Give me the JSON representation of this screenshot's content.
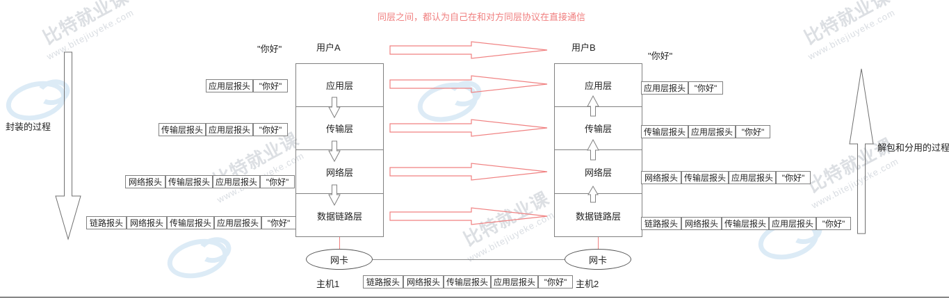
{
  "title": "同层之间，都认为自己在和对方同层协议在直接通信",
  "title_color": "#f08080",
  "users": {
    "left": "用户A",
    "right": "用户B"
  },
  "hosts": {
    "left": "主机1",
    "right": "主机2"
  },
  "nic_label": "网卡",
  "payload": "\"你好\"",
  "layers": [
    "应用层",
    "传输层",
    "网络层",
    "数据链路层"
  ],
  "headers": {
    "app": "应用层报头",
    "transport": "传输层报头",
    "network": "网络报头",
    "link": "链路报头"
  },
  "process": {
    "encapsulation": "封装的过程",
    "decapsulation": "解包和分用的过程"
  },
  "left_chip_rows": [
    {
      "name": "app-row",
      "chips": [
        "应用层报头",
        "\"你好\""
      ]
    },
    {
      "name": "transport-row",
      "chips": [
        "传输层报头",
        "应用层报头",
        "\"你好\""
      ]
    },
    {
      "name": "network-row",
      "chips": [
        "网络报头",
        "传输层报头",
        "应用层报头",
        "\"你好\""
      ]
    },
    {
      "name": "link-row",
      "chips": [
        "链路报头",
        "网络报头",
        "传输层报头",
        "应用层报头",
        "\"你好\""
      ]
    }
  ],
  "right_chip_rows": [
    {
      "name": "app-row",
      "chips": [
        "应用层报头",
        "\"你好\""
      ]
    },
    {
      "name": "transport-row",
      "chips": [
        "传输层报头",
        "应用层报头",
        "\"你好\""
      ]
    },
    {
      "name": "network-row",
      "chips": [
        "网络报头",
        "传输层报头",
        "应用层报头",
        "\"你好\""
      ]
    },
    {
      "name": "link-row",
      "chips": [
        "链路报头",
        "网络报头",
        "传输层报头",
        "应用层报头",
        "\"你好\""
      ]
    }
  ],
  "bottom_frame": {
    "chips": [
      "链路报头",
      "网络报头",
      "传输层报头",
      "应用层报头",
      "\"你好\""
    ]
  },
  "watermarks": {
    "site": "www.bitejiuyeke.com",
    "brand": "比特就业课"
  },
  "colors": {
    "red": "#f08080",
    "gray_line": "#808080",
    "text": "#222222",
    "watermark": "#dce0e4",
    "watermark_blue": "#dbeaf6"
  }
}
